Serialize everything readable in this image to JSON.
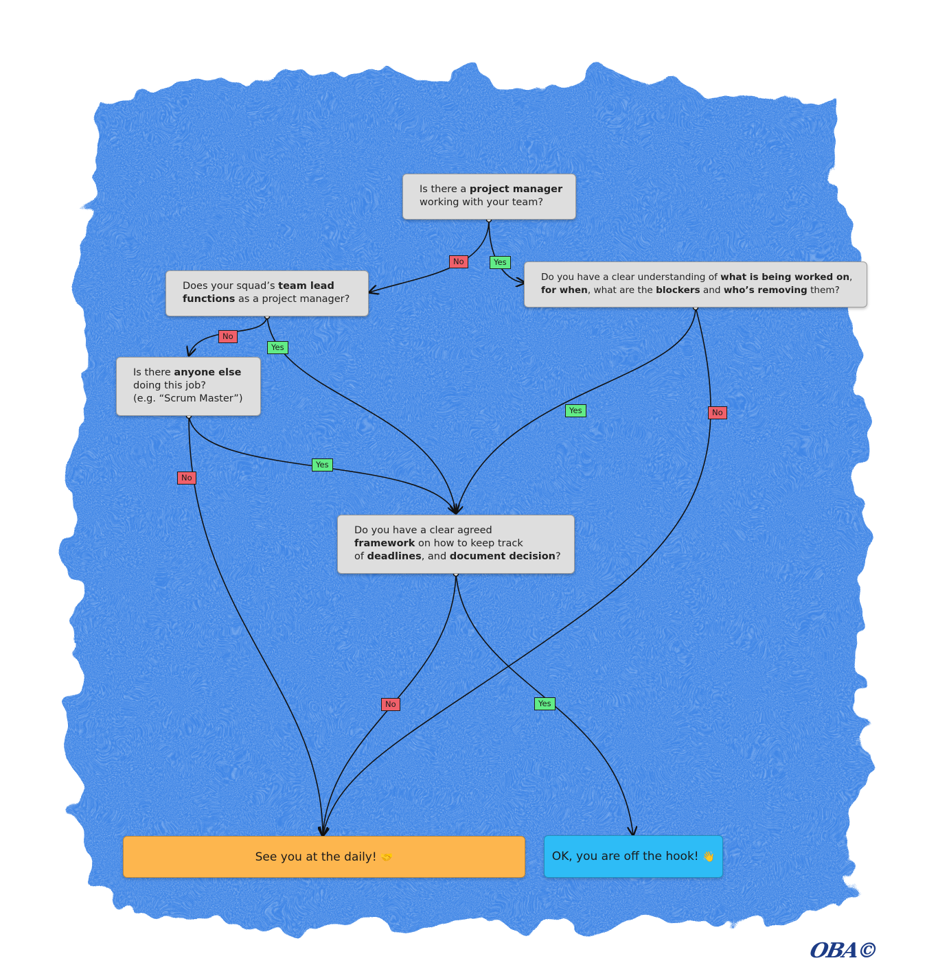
{
  "nodes": {
    "pm": {
      "line1_pre": "Is there a ",
      "line1_bold": "project manager",
      "line2": "working with your team?"
    },
    "team_lead": {
      "line1_pre": "Does your squad’s ",
      "line1_bold": "team lead",
      "line2_bold": "functions",
      "line2_post": " as a project manager?"
    },
    "anyone_else": {
      "line1_pre": "Is there ",
      "line1_bold": "anyone else",
      "line2": "doing this job?",
      "line3": "(e.g. “Scrum Master”)"
    },
    "understanding": {
      "line1_pre": "Do you have a clear understanding of ",
      "line1_bold": "what is being worked on",
      "line1_post": ",",
      "line2_bold1": "for when",
      "line2_mid1": ", what are the ",
      "line2_bold2": "blockers",
      "line2_mid2": " and ",
      "line2_bold3": "who’s removing",
      "line2_post": " them?"
    },
    "framework": {
      "line1": "Do you have a clear agreed",
      "line2_bold": "framework",
      "line2_post": " on how to keep track",
      "line3_pre": "of ",
      "line3_bold1": "deadlines",
      "line3_mid": ", and ",
      "line3_bold2": "document decision",
      "line3_post": "?"
    }
  },
  "terminals": {
    "daily": {
      "label": "See you at the daily!",
      "emoji": "🤝",
      "color": "#fdb64e"
    },
    "off_hook": {
      "label": "OK, you are off the hook!",
      "emoji": "👋",
      "color": "#2ebcf6"
    }
  },
  "edge_labels": {
    "pm_no": "No",
    "pm_yes": "Yes",
    "lead_no": "No",
    "lead_yes": "Yes",
    "understanding_yes": "Yes",
    "understanding_no": "No",
    "anyone_yes": "Yes",
    "anyone_no": "No",
    "framework_no": "No",
    "framework_yes": "Yes"
  },
  "colors": {
    "background_wash": "#3f86e6",
    "node_fill": "#dedede",
    "no_label": "#f0606a",
    "yes_label": "#62ec86",
    "edge_line": "#111111"
  },
  "logo": {
    "text": "OBA©"
  }
}
